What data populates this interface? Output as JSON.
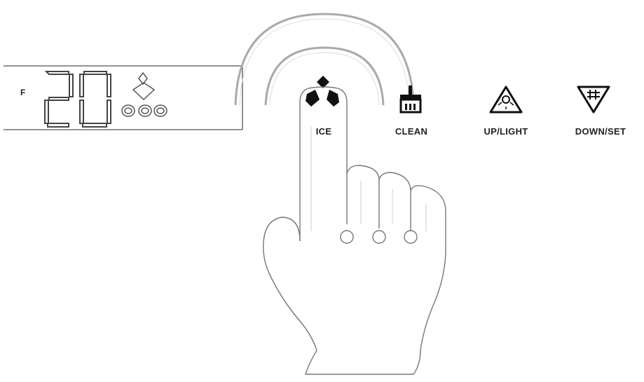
{
  "display": {
    "unit": "F",
    "temperature": "20"
  },
  "buttons": [
    {
      "id": "ice",
      "label": "ICE",
      "icon": "ice-cubes-icon"
    },
    {
      "id": "clean",
      "label": "CLEAN",
      "icon": "brush-icon"
    },
    {
      "id": "up_light",
      "label": "UP/LIGHT",
      "icon": "light-triangle-icon"
    },
    {
      "id": "down_set",
      "label": "DOWN/SET",
      "icon": "set-triangle-down-icon"
    }
  ],
  "colors": {
    "line": "#333333",
    "light_line": "#999999",
    "icon": "#111111"
  }
}
